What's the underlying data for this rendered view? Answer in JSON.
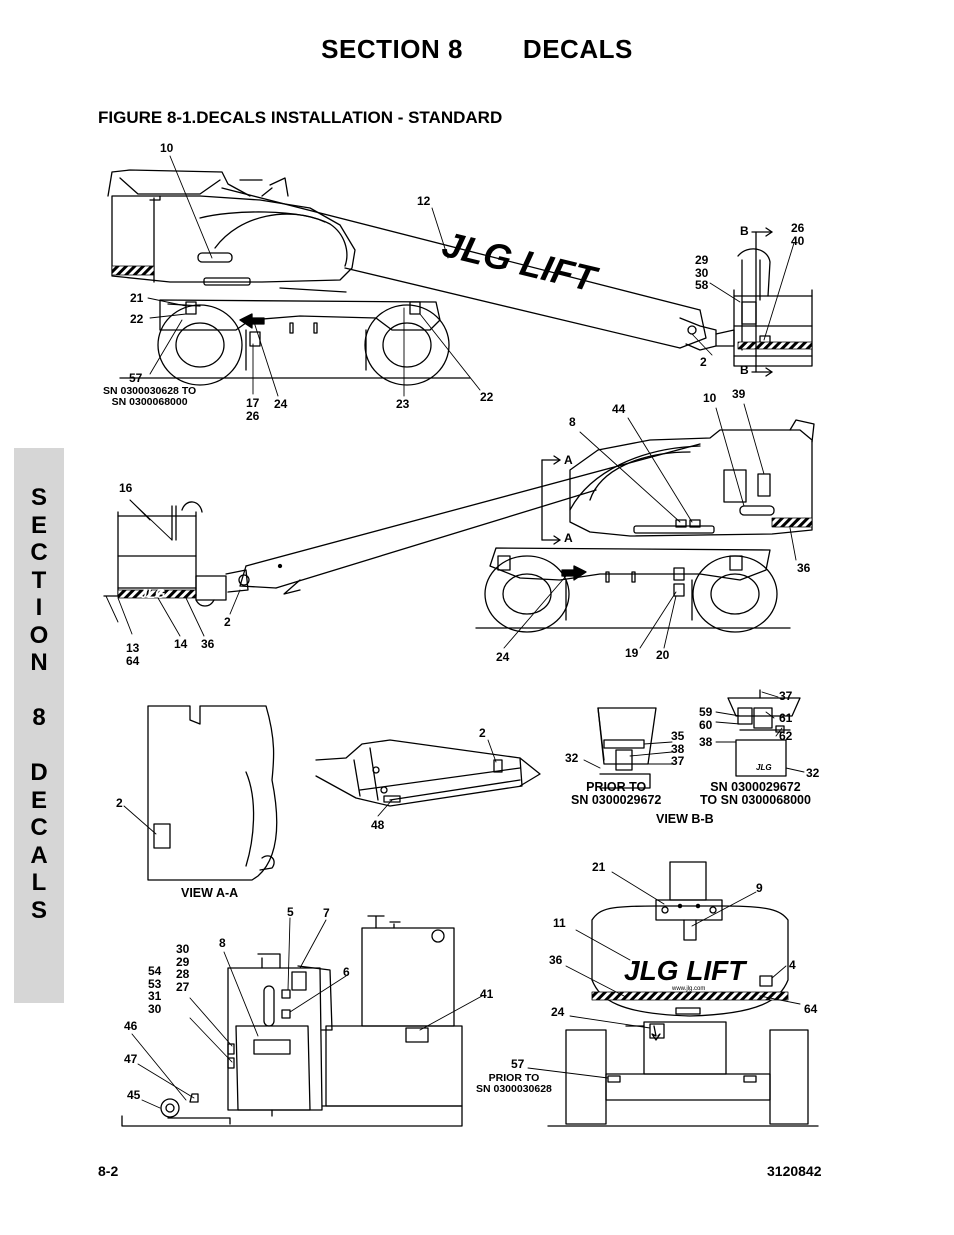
{
  "header": {
    "section": "SECTION 8",
    "name": "DECALS",
    "figure_title": "FIGURE 8-1.DECALS INSTALLATION - STANDARD"
  },
  "side_tab": {
    "letters": [
      "S",
      "E",
      "C",
      "T",
      "I",
      "O",
      "N",
      "",
      "8",
      "",
      "D",
      "E",
      "C",
      "A",
      "L",
      "S"
    ]
  },
  "footer": {
    "page": "8-2",
    "doc_number": "3120842"
  },
  "logos": {
    "boom_top": "JLG LIFT",
    "platform": "JLG",
    "rear_view": "JLG LIFT",
    "rear_url": "www.jlg.com",
    "box_mini": "JLG"
  },
  "callouts": {
    "c10a": "10",
    "c12": "12",
    "cB1": "B",
    "c2640": "26\n40",
    "c293058": "29\n30\n58",
    "c21a": "21",
    "c22a": "22",
    "c2a": "2",
    "cB2": "B",
    "c57a": "57",
    "sn_a": "SN 0300030628 TO\nSN 0300068000",
    "c1726": "17\n26",
    "c24a": "24",
    "c23": "23",
    "c22b": "22",
    "c44": "44",
    "c8a": "8",
    "c10b": "10",
    "c39": "39",
    "cA1": "A",
    "cA2": "A",
    "c16": "16",
    "c36a": "36",
    "c2b": "2",
    "c1364": "13\n64",
    "c14": "14",
    "c36b": "36",
    "c24b": "24",
    "c19": "19",
    "c20": "20",
    "c2c": "2",
    "c48": "48",
    "c2d": "2",
    "view_aa": "VIEW A-A",
    "c32a": "32",
    "c353837": "35\n38\n37",
    "prior_a": "PRIOR TO\nSN 0300029672",
    "c37": "37",
    "c5960": "59\n60",
    "c61": "61",
    "c62": "62",
    "c38": "38",
    "c32b": "32",
    "sn_b": "SN 0300029672\nTO SN 0300068000",
    "view_bb": "VIEW B-B",
    "c5": "5",
    "c7": "7",
    "c8b": "8",
    "c6": "6",
    "c_stack": "30\n29\n28\n27",
    "c_stack2": "54\n53\n31\n30",
    "c46": "46",
    "c47": "47",
    "c45": "45",
    "c41": "41",
    "c21b": "21",
    "c9": "9",
    "c11": "11",
    "c36c": "36",
    "c4": "4",
    "c64": "64",
    "c24c": "24",
    "c57b": "57",
    "prior_b": "PRIOR TO\nSN 0300030628"
  }
}
